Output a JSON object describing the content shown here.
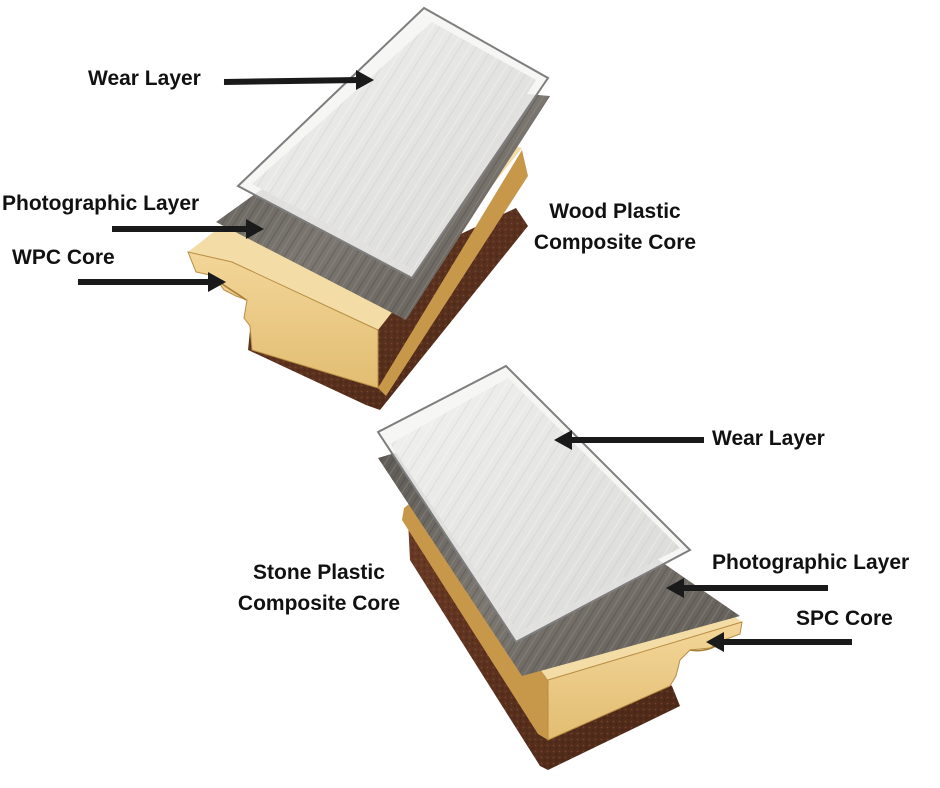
{
  "top_diagram": {
    "wear_layer_label": "Wear Layer",
    "photographic_layer_label": "Photographic Layer",
    "core_label": "WPC Core",
    "core_name_line1": "Wood Plastic",
    "core_name_line2": "Composite Core"
  },
  "bottom_diagram": {
    "wear_layer_label": "Wear Layer",
    "photographic_layer_label": "Photographic Layer",
    "core_label": "SPC Core",
    "core_name_line1": "Stone Plastic",
    "core_name_line2": "Composite Core"
  },
  "colors": {
    "wear_layer": "#e6e6e4",
    "wear_layer_edge": "#8c8c8c",
    "photographic_layer": "#6e6a64",
    "core_top": "#f2d89a",
    "core_front": "#e8c57b",
    "core_side": "#c89a4c",
    "backing": "#5e3220",
    "arrow": "#1a1a1a"
  }
}
